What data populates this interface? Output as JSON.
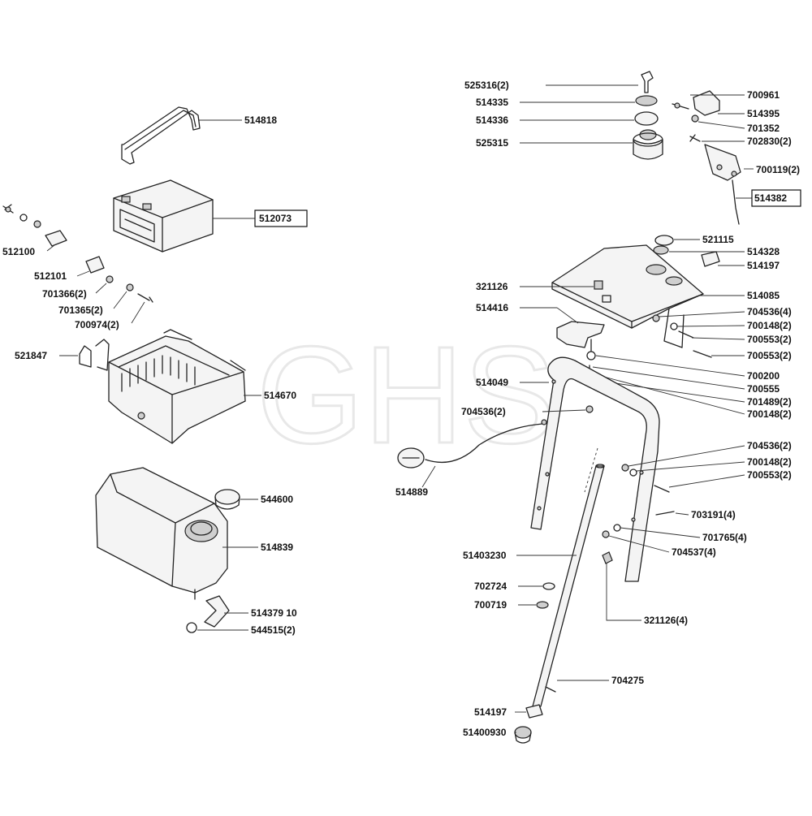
{
  "labels": {
    "l514818": "514818",
    "l512073": "512073",
    "l512100": "512100",
    "l512101": "512101",
    "l701366": "701366(2)",
    "l701365": "701365(2)",
    "l700974": "700974(2)",
    "l521847": "521847",
    "l514670": "514670",
    "l544600": "544600",
    "l514839": "514839",
    "l514379": "514379 10",
    "l544515": "544515(2)",
    "l525316": "525316(2)",
    "l514335": "514335",
    "l514336": "514336",
    "l525315": "525315",
    "l700961": "700961",
    "l514395": "514395",
    "l701352": "701352",
    "l702830": "702830(2)",
    "l700119": "700119(2)",
    "l514382": "514382",
    "l521115": "521115",
    "l514328": "514328",
    "l514197a": "514197",
    "l321126": "321126",
    "l514085": "514085",
    "l514416": "514416",
    "l704536a": "704536(4)",
    "l700148a": "700148(2)",
    "l700553a": "700553(2)",
    "l700553b": "700553(2)",
    "l700200": "700200",
    "l514049": "514049",
    "l700555": "700555",
    "l701489": "701489(2)",
    "l704536b": "704536(2)",
    "l700148b": "700148(2)",
    "l704536c": "704536(2)",
    "l700148c": "700148(2)",
    "l700553c": "700553(2)",
    "l514889": "514889",
    "l703191": "703191(4)",
    "l701765": "701765(4)",
    "l704537": "704537(4)",
    "l51403230": "51403230",
    "l702724": "702724",
    "l700719": "700719",
    "l321126b": "321126(4)",
    "l704275": "704275",
    "l514197b": "514197",
    "l51400930": "51400930"
  },
  "watermark": "GHS"
}
